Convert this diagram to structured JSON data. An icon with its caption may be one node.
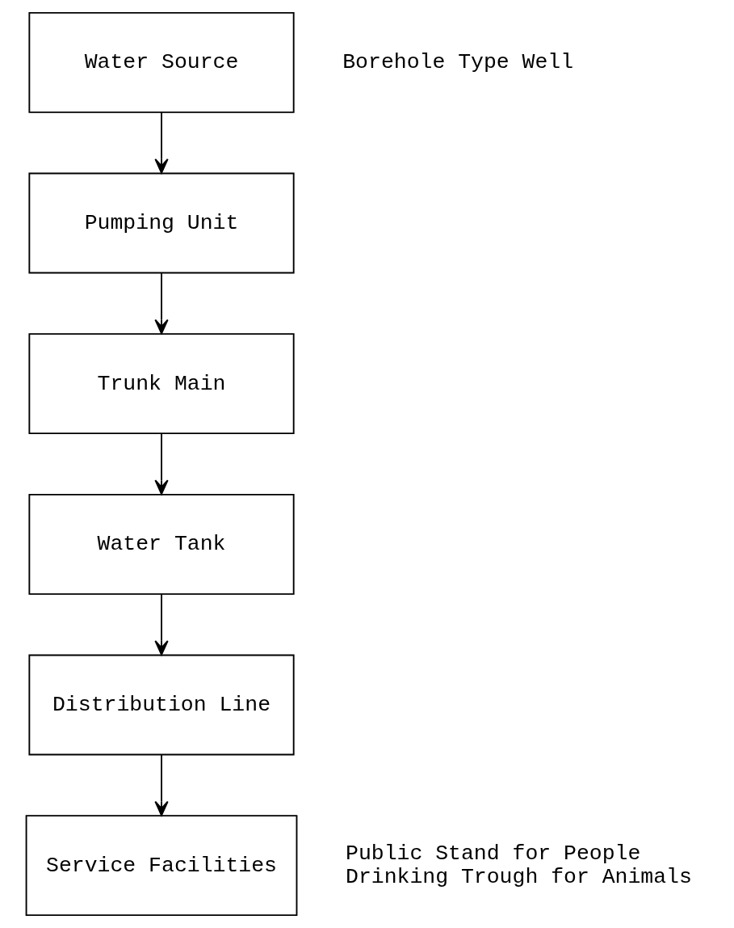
{
  "diagram": {
    "nodes": [
      {
        "text": [
          "Water Source"
        ],
        "beside": [
          "Borehole Type Well"
        ]
      },
      {
        "text": [
          "Pumping Unit"
        ]
      },
      {
        "text": [
          "Trunk Main"
        ]
      },
      {
        "text": [
          "Water Tank"
        ]
      },
      {
        "text": [
          "Distribution Line"
        ]
      },
      {
        "text": [
          "Service Facilities"
        ],
        "beside": [
          "Public Stand for People",
          "Drinking Trough for Animals"
        ]
      }
    ],
    "edges": [
      {
        "from": 0,
        "to": 1,
        "arrow": "to"
      },
      {
        "from": 1,
        "to": 2,
        "arrow": "to"
      },
      {
        "from": 2,
        "to": 3,
        "arrow": "to"
      },
      {
        "from": 3,
        "to": 4,
        "arrow": "to"
      },
      {
        "from": 4,
        "to": 5,
        "arrow": "to"
      }
    ]
  }
}
